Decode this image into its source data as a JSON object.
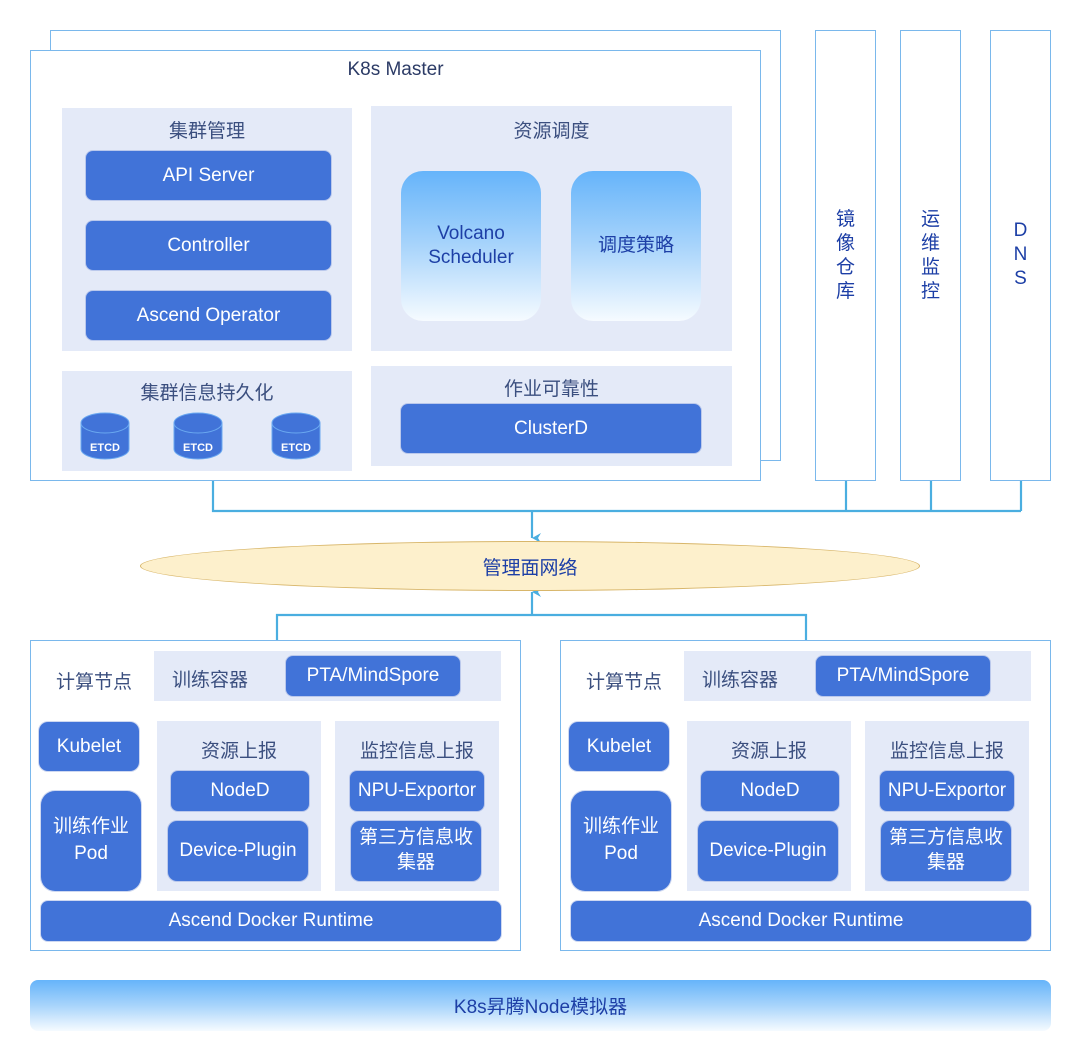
{
  "master": {
    "title": "K8s Master",
    "cluster_mgmt": {
      "title": "集群管理",
      "items": [
        "API Server",
        "Controller",
        "Ascend Operator"
      ]
    },
    "resource_sched": {
      "title": "资源调度",
      "volcano": "Volcano\nScheduler",
      "policy": "调度策略"
    },
    "persistence": {
      "title": "集群信息持久化",
      "etcd": [
        "ETCD",
        "ETCD",
        "ETCD"
      ]
    },
    "reliability": {
      "title": "作业可靠性",
      "item": "ClusterD"
    }
  },
  "side_services": [
    {
      "label": "镜像仓库",
      "chars": [
        "镜",
        "像",
        "仓",
        "库"
      ]
    },
    {
      "label": "运维监控",
      "chars": [
        "运",
        "维",
        "监",
        "控"
      ]
    },
    {
      "label": "DNS",
      "chars": [
        "D",
        "N",
        "S"
      ]
    }
  ],
  "network": {
    "label": "管理面网络"
  },
  "compute_nodes": [
    {
      "title": "计算节点",
      "container_label": "训练容器",
      "container_framework": "PTA/MindSpore",
      "kubelet": "Kubelet",
      "pod": "训练作业\nPod",
      "resource_report": {
        "title": "资源上报",
        "items": [
          "NodeD",
          "Device-Plugin"
        ]
      },
      "monitor_report": {
        "title": "监控信息上报",
        "items": [
          "NPU-Exportor",
          "第三方信息收\n集器"
        ]
      },
      "runtime": "Ascend Docker Runtime"
    },
    {
      "title": "计算节点",
      "container_label": "训练容器",
      "container_framework": "PTA/MindSpore",
      "kubelet": "Kubelet",
      "pod": "训练作业\nPod",
      "resource_report": {
        "title": "资源上报",
        "items": [
          "NodeD",
          "Device-Plugin"
        ]
      },
      "monitor_report": {
        "title": "监控信息上报",
        "items": [
          "NPU-Exportor",
          "第三方信息收\n集器"
        ]
      },
      "runtime": "Ascend Docker Runtime"
    }
  ],
  "simulator": {
    "label": "K8s昇腾Node模拟器"
  },
  "colors": {
    "primary_blue": "#4173d8",
    "panel_bg": "#e4eaf8",
    "border": "#7ab8ec",
    "connector": "#4aaee0",
    "network_fill": "#fdf0cc",
    "network_border": "#d8b66a",
    "text_dark_blue": "#1d3fa6"
  }
}
